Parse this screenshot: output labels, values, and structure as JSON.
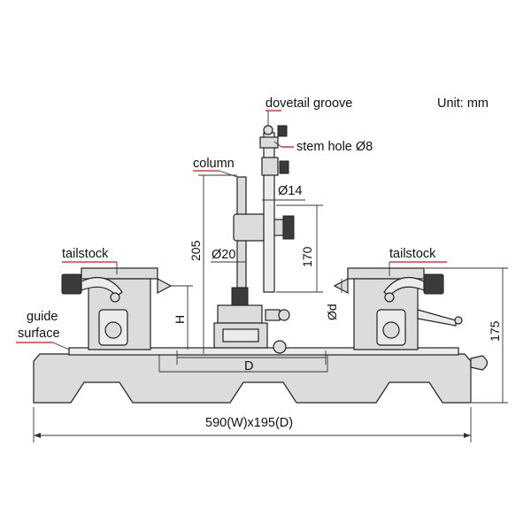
{
  "unit_note": "Unit: mm",
  "labels": {
    "dovetail_groove": "dovetail groove",
    "stem_hole": "stem hole Ø8",
    "column": "column",
    "tailstock_left": "tailstock",
    "tailstock_right": "tailstock",
    "guide_surface_line1": "guide",
    "guide_surface_line2": "surface"
  },
  "dimensions": {
    "stem_diameter": "Ø14",
    "column_height": "205",
    "column_diameter": "Ø20",
    "stem_travel": "170",
    "center_height": "H",
    "center_diameter": "Ød",
    "overall_height": "175",
    "center_distance": "D",
    "overall_size": "590(W)x195(D)"
  },
  "colors": {
    "leader": "#e03a3a",
    "line": "#222222",
    "part_fill": "#dcdcdc",
    "knurl": "#3a3a3a"
  }
}
